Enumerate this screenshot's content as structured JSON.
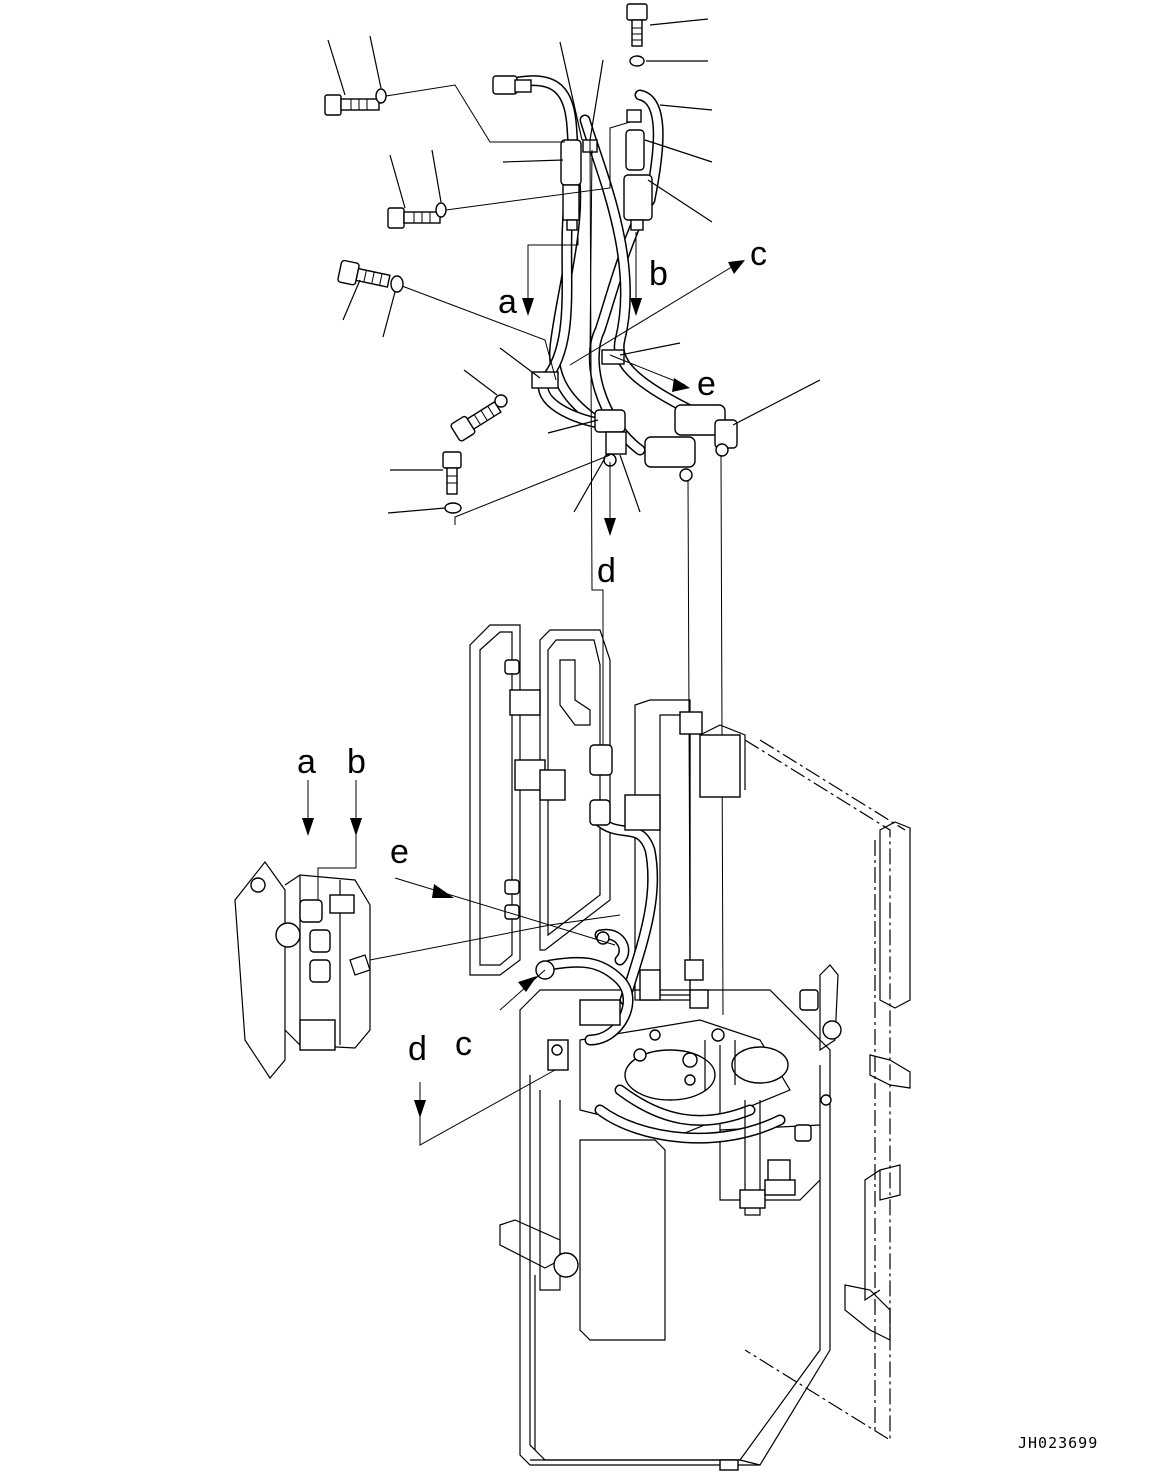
{
  "drawing_code": "JH023699",
  "callouts": {
    "a_top": "a",
    "b_top": "b",
    "c_top": "c",
    "d_top": "d",
    "e_top": "e",
    "a_bottom": "a",
    "b_bottom": "b",
    "c_bottom": "c",
    "d_bottom": "d",
    "e_bottom": "e"
  },
  "colors": {
    "ink": "#000000",
    "paper": "#ffffff"
  }
}
